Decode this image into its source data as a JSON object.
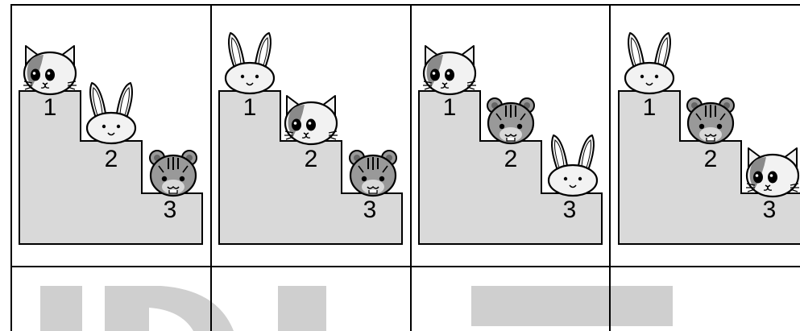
{
  "panels": [
    {
      "podium": [
        "cat",
        "rabbit",
        "hamster"
      ]
    },
    {
      "podium": [
        "rabbit",
        "cat",
        "hamster"
      ]
    },
    {
      "podium": [
        "cat",
        "hamster",
        "rabbit"
      ]
    },
    {
      "podium": [
        "rabbit",
        "hamster",
        "cat"
      ]
    }
  ],
  "rank_labels": [
    "1",
    "2",
    "3"
  ],
  "colors": {
    "background": "#ffffff",
    "frame": "#000000",
    "stairs_fill": "#d9d9d9",
    "watermark": "#cfcfcf",
    "animal_light": "#f2f2f2",
    "cat_patch": "#8a8a8a",
    "hamster_fur": "#999999"
  }
}
